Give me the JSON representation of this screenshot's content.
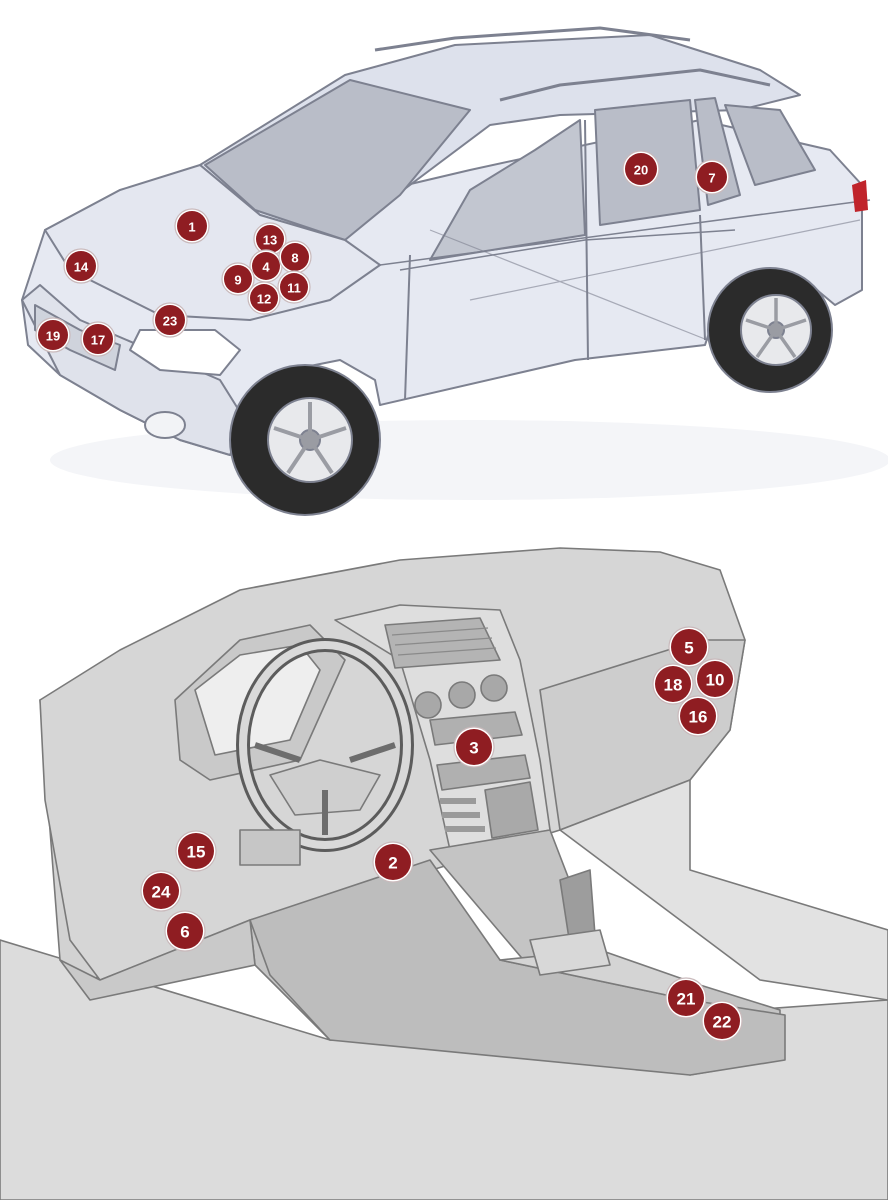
{
  "colors": {
    "marker_fill": "#8f1d22",
    "marker_text": "#ffffff",
    "car_body": "#e6e9f2",
    "car_outline": "#7d8190",
    "glass": "#b9bdc8",
    "interior": "#d9d9d9",
    "interior_dark": "#bfbfbf",
    "tyre": "#2b2b2b"
  },
  "exterior_markers": [
    {
      "label": "1"
    },
    {
      "label": "13"
    },
    {
      "label": "4"
    },
    {
      "label": "8"
    },
    {
      "label": "9"
    },
    {
      "label": "12"
    },
    {
      "label": "11"
    },
    {
      "label": "14"
    },
    {
      "label": "23"
    },
    {
      "label": "19"
    },
    {
      "label": "17"
    },
    {
      "label": "20"
    },
    {
      "label": "7"
    }
  ],
  "interior_markers": [
    {
      "label": "5"
    },
    {
      "label": "18"
    },
    {
      "label": "10"
    },
    {
      "label": "16"
    },
    {
      "label": "3"
    },
    {
      "label": "2"
    },
    {
      "label": "15"
    },
    {
      "label": "24"
    },
    {
      "label": "6"
    },
    {
      "label": "21"
    },
    {
      "label": "22"
    }
  ]
}
